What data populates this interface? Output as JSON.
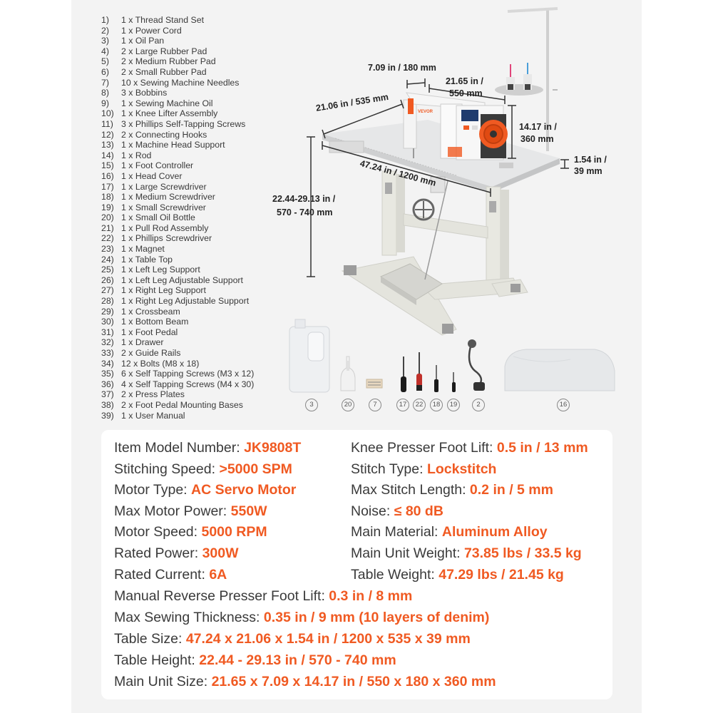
{
  "parts": [
    {
      "num": "1)",
      "text": "1 x Thread Stand Set"
    },
    {
      "num": "2)",
      "text": "1 x Power Cord"
    },
    {
      "num": "3)",
      "text": "1 x Oil Pan"
    },
    {
      "num": "4)",
      "text": "2 x Large Rubber Pad"
    },
    {
      "num": "5)",
      "text": "2 x Medium Rubber Pad"
    },
    {
      "num": "6)",
      "text": "2 x Small Rubber Pad"
    },
    {
      "num": "7)",
      "text": "10 x Sewing Machine Needles"
    },
    {
      "num": "8)",
      "text": "3 x Bobbins"
    },
    {
      "num": "9)",
      "text": "1 x Sewing Machine Oil"
    },
    {
      "num": "10)",
      "text": "1 x Knee Lifter Assembly"
    },
    {
      "num": "11)",
      "text": "3 x Phillips Self-Tapping Screws"
    },
    {
      "num": "12)",
      "text": "2 x Connecting Hooks"
    },
    {
      "num": "13)",
      "text": "1 x Machine Head Support"
    },
    {
      "num": "14)",
      "text": "1 x Rod"
    },
    {
      "num": "15)",
      "text": "1 x Foot Controller"
    },
    {
      "num": "16)",
      "text": "1 x Head Cover"
    },
    {
      "num": "17)",
      "text": "1 x Large Screwdriver"
    },
    {
      "num": "18)",
      "text": "1 x Medium Screwdriver"
    },
    {
      "num": "19)",
      "text": "1 x Small Screwdriver"
    },
    {
      "num": "20)",
      "text": "1 x Small Oil Bottle"
    },
    {
      "num": "21)",
      "text": "1 x Pull Rod Assembly"
    },
    {
      "num": "22)",
      "text": "1 x Phillips Screwdriver"
    },
    {
      "num": "23)",
      "text": "1 x Magnet"
    },
    {
      "num": "24)",
      "text": "1 x Table Top"
    },
    {
      "num": "25)",
      "text": "1 x Left Leg Support"
    },
    {
      "num": "26)",
      "text": "1 x Left Leg Adjustable Support"
    },
    {
      "num": "27)",
      "text": "1 x Right Leg Support"
    },
    {
      "num": "28)",
      "text": "1 x Right Leg Adjustable Support"
    },
    {
      "num": "29)",
      "text": "1 x Crossbeam"
    },
    {
      "num": "30)",
      "text": "1 x Bottom Beam"
    },
    {
      "num": "31)",
      "text": "1 x Foot Pedal"
    },
    {
      "num": "32)",
      "text": "1 x Drawer"
    },
    {
      "num": "33)",
      "text": "2 x Guide Rails"
    },
    {
      "num": "34)",
      "text": "12 x Bolts (M8 x 18)"
    },
    {
      "num": "35)",
      "text": "6 x Self Tapping Screws (M3 x 12)"
    },
    {
      "num": "36)",
      "text": "4 x Self Tapping Screws (M4 x 30)"
    },
    {
      "num": "37)",
      "text": "2 x Press Plates"
    },
    {
      "num": "38)",
      "text": "2 x Foot Pedal Mounting Bases"
    },
    {
      "num": "39)",
      "text": "1 x User Manual"
    }
  ],
  "dimensions": {
    "head_depth": "7.09 in / 180 mm",
    "head_length_a": "21.65  in /",
    "head_length_b": "550 mm",
    "table_depth": "21.06 in / 535 mm",
    "head_height_a": "14.17  in /",
    "head_height_b": "360 mm",
    "table_thick_a": "1.54  in /",
    "table_thick_b": "39 mm",
    "table_width": "47.24 in / 1200 mm",
    "table_height_a": "22.44-29.13 in /",
    "table_height_b": "570 - 740 mm"
  },
  "machine": {
    "brand": "VEVOR"
  },
  "accessory_labels": [
    "3",
    "20",
    "7",
    "17",
    "22",
    "18",
    "19",
    "2",
    "16"
  ],
  "specs": [
    {
      "label": "Item Model Number: ",
      "value": "JK9808T"
    },
    {
      "label": "Stitching Speed: ",
      "value": ">5000 SPM"
    },
    {
      "label": "Motor Type: ",
      "value": "AC Servo Motor"
    },
    {
      "label": "Max Motor Power: ",
      "value": "550W"
    },
    {
      "label": "Motor Speed: ",
      "value": "5000 RPM"
    },
    {
      "label": "Rated Power: ",
      "value": "300W"
    },
    {
      "label": "Rated Current: ",
      "value": "6A"
    },
    {
      "label": "Knee Presser Foot Lift: ",
      "value": "0.5 in / 13 mm"
    },
    {
      "label": "Stitch Type: ",
      "value": "Lockstitch"
    },
    {
      "label": "Max Stitch Length: ",
      "value": "0.2 in / 5 mm"
    },
    {
      "label": "Noise: ",
      "value": "≤ 80 dB"
    },
    {
      "label": "Main Material: ",
      "value": "Aluminum Alloy"
    },
    {
      "label": "Main Unit Weight: ",
      "value": "73.85 lbs / 33.5 kg"
    },
    {
      "label": "Table Weight: ",
      "value": "47.29 lbs / 21.45 kg"
    },
    {
      "label": "Manual Reverse Presser Foot Lift: ",
      "value": "0.3 in / 8 mm"
    },
    {
      "label": "Max Sewing Thickness: ",
      "value": "0.35 in / 9 mm (10 layers of denim)"
    },
    {
      "label": "Table Size: ",
      "value": "47.24 x 21.06 x 1.54 in / 1200 x 535 x 39 mm"
    },
    {
      "label": "Table Height: ",
      "value": "22.44 - 29.13 in / 570 - 740 mm"
    },
    {
      "label": "Main Unit Size: ",
      "value": "21.65 x 7.09 x 14.17 in / 550 x 180 x 360 mm"
    }
  ]
}
